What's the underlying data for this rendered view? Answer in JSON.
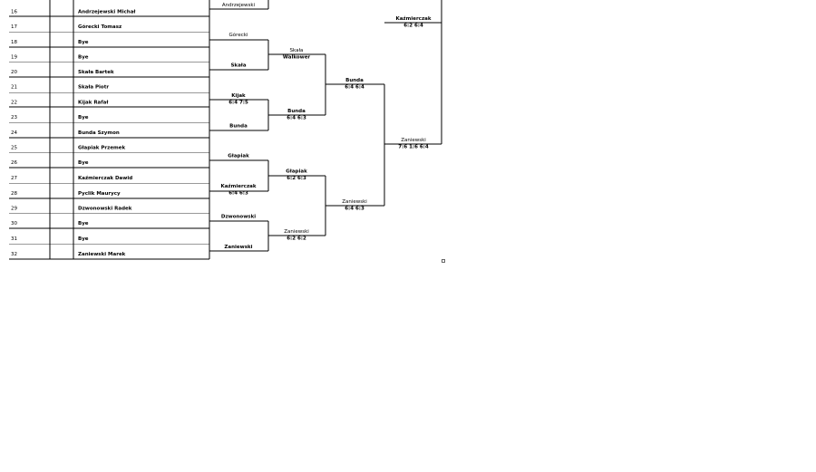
{
  "entries": [
    {
      "seed": "16",
      "name": "Andrzejewski Michał"
    },
    {
      "seed": "17",
      "name": "Górecki Tomasz"
    },
    {
      "seed": "18",
      "name": "Bye"
    },
    {
      "seed": "19",
      "name": "Bye"
    },
    {
      "seed": "20",
      "name": "Skała Bartek"
    },
    {
      "seed": "21",
      "name": "Skała Piotr"
    },
    {
      "seed": "22",
      "name": "Kijak Rafał"
    },
    {
      "seed": "23",
      "name": "Bye"
    },
    {
      "seed": "24",
      "name": "Bunda Szymon"
    },
    {
      "seed": "25",
      "name": "Głapiak Przemek"
    },
    {
      "seed": "26",
      "name": "Bye"
    },
    {
      "seed": "27",
      "name": "Kaźmierczak Dawid"
    },
    {
      "seed": "28",
      "name": "Pyclik Maurycy"
    },
    {
      "seed": "29",
      "name": "Dzwonowski Radek"
    },
    {
      "seed": "30",
      "name": "Bye"
    },
    {
      "seed": "31",
      "name": "Bye"
    },
    {
      "seed": "32",
      "name": "Zaniewski Marek"
    }
  ],
  "round2": [
    {
      "name": "Andrzejewski",
      "score": ""
    },
    {
      "name": "Górecki",
      "score": ""
    },
    {
      "name": "Skała",
      "score": ""
    },
    {
      "name": "Kijak",
      "score": "6:4 7:5"
    },
    {
      "name": "Bunda",
      "score": ""
    },
    {
      "name": "Głapiak",
      "score": ""
    },
    {
      "name": "Kaźmierczak",
      "score": "6:4 6:3"
    },
    {
      "name": "Dzwonowski",
      "score": ""
    },
    {
      "name": "Zaniewski",
      "score": ""
    }
  ],
  "round3": [
    {
      "name": "Skała",
      "line2": "Walkower"
    },
    {
      "name": "Bunda",
      "line2": "6:4 6:3"
    },
    {
      "name": "Głapiak",
      "line2": "6:2 6:3"
    },
    {
      "name": "Zaniewski",
      "line2": "6:2 6:2"
    }
  ],
  "round4": [
    {
      "name": "Bunda",
      "score": "6:4 6:4"
    },
    {
      "name": "Zaniewski",
      "score": "6:4 6:3"
    }
  ],
  "round5": [
    {
      "name": "Kaźmierczak",
      "score": "6:2 6:4"
    },
    {
      "name": "Zaniewski",
      "score": "7:6 1:6 6:4"
    }
  ]
}
